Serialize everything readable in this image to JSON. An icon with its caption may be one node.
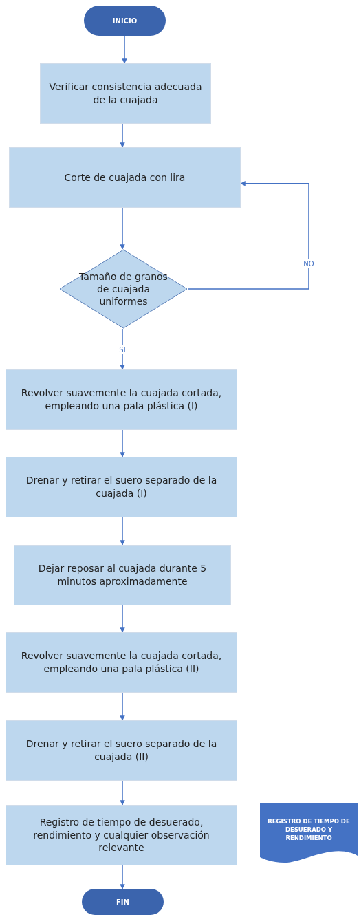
{
  "diagram": {
    "nodes": [
      {
        "text": [
          "INICIO"
        ]
      },
      {
        "text": [
          "Verificar consistencia adecuada de la cuajada"
        ]
      },
      {
        "text": [
          "Corte de cuajada con lira"
        ]
      },
      {
        "text": [
          "Tamaño de granos de cuajada uniformes"
        ]
      },
      {
        "text": [
          "Revolver suavemente la cuajada cortada, empleando una pala plástica (I)"
        ]
      },
      {
        "text": [
          "Drenar y retirar el suero  separado de la cuajada (I)"
        ]
      },
      {
        "text": [
          "Dejar reposar al cuajada durante 5 minutos aproximadamente"
        ]
      },
      {
        "text": [
          "Revolver suavemente la cuajada cortada, empleando una pala plástica (II)"
        ]
      },
      {
        "text": [
          "Drenar y retirar el suero  separado de la cuajada (II)"
        ]
      },
      {
        "text": [
          "Registro de tiempo de desuerado, rendimiento y cualquier observación relevante"
        ]
      },
      {
        "text": [
          "FIN"
        ]
      },
      {
        "text": [
          "REGISTRO DE TIEMPO DE DESUERADO Y RENDIMIENTO"
        ]
      }
    ],
    "edges": [
      {
        "from": 0,
        "to": 1,
        "arrow": "to"
      },
      {
        "from": 1,
        "to": 2,
        "arrow": "to"
      },
      {
        "from": 2,
        "to": 3,
        "arrow": "to"
      },
      {
        "from": 3,
        "to": 4,
        "arrow": "to",
        "label": "SI"
      },
      {
        "from": 3,
        "to": 2,
        "arrow": "to",
        "label": "NO"
      },
      {
        "from": 4,
        "to": 5,
        "arrow": "to"
      },
      {
        "from": 5,
        "to": 6,
        "arrow": "to"
      },
      {
        "from": 6,
        "to": 7,
        "arrow": "to"
      },
      {
        "from": 7,
        "to": 8,
        "arrow": "to"
      },
      {
        "from": 8,
        "to": 9,
        "arrow": "to"
      },
      {
        "from": 9,
        "to": 10,
        "arrow": "to"
      }
    ]
  }
}
